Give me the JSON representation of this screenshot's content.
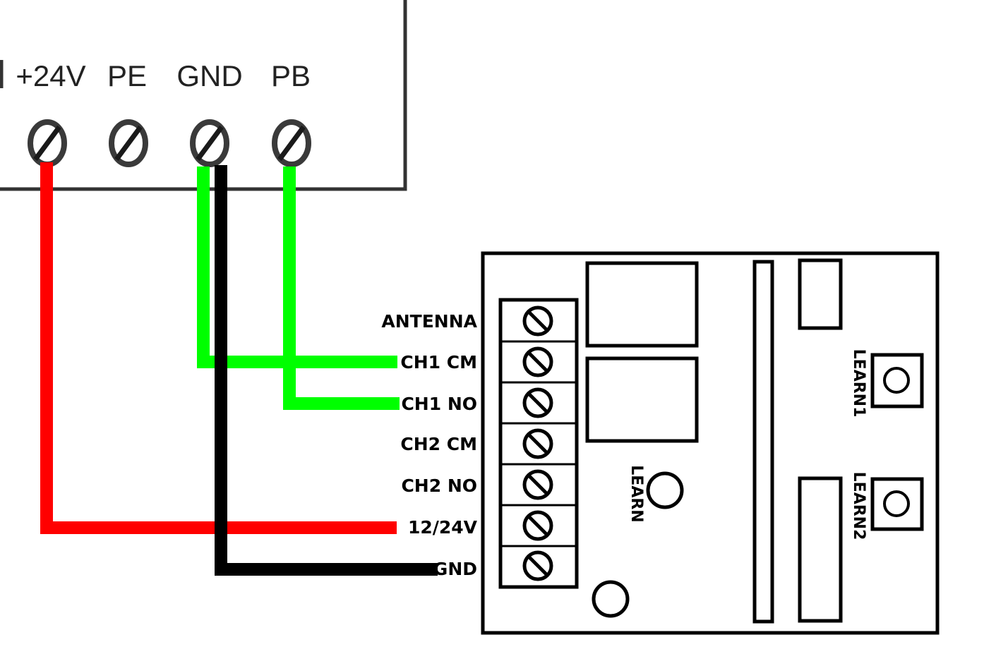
{
  "controller": {
    "terminals": [
      {
        "label": "+24V"
      },
      {
        "label": "PE"
      },
      {
        "label": "GND"
      },
      {
        "label": "PB"
      }
    ]
  },
  "receiver": {
    "terminals": [
      {
        "label": "ANTENNA"
      },
      {
        "label": "CH1 CM"
      },
      {
        "label": "CH1 NO"
      },
      {
        "label": "CH2 CM"
      },
      {
        "label": "CH2 NO"
      },
      {
        "label": "12/24V"
      },
      {
        "label": "GND"
      }
    ],
    "buttons": {
      "learn": "LEARN",
      "learn1": "LEARN1",
      "learn2": "LEARN2"
    }
  },
  "wires": [
    {
      "from": "+24V",
      "to": "12/24V",
      "color": "#ff0000"
    },
    {
      "from": "GND",
      "to": "GND",
      "color": "#000000"
    },
    {
      "from": "GND",
      "to": "CH1 CM",
      "color": "#00ff00"
    },
    {
      "from": "PB",
      "to": "CH1 NO",
      "color": "#00ff00"
    }
  ]
}
